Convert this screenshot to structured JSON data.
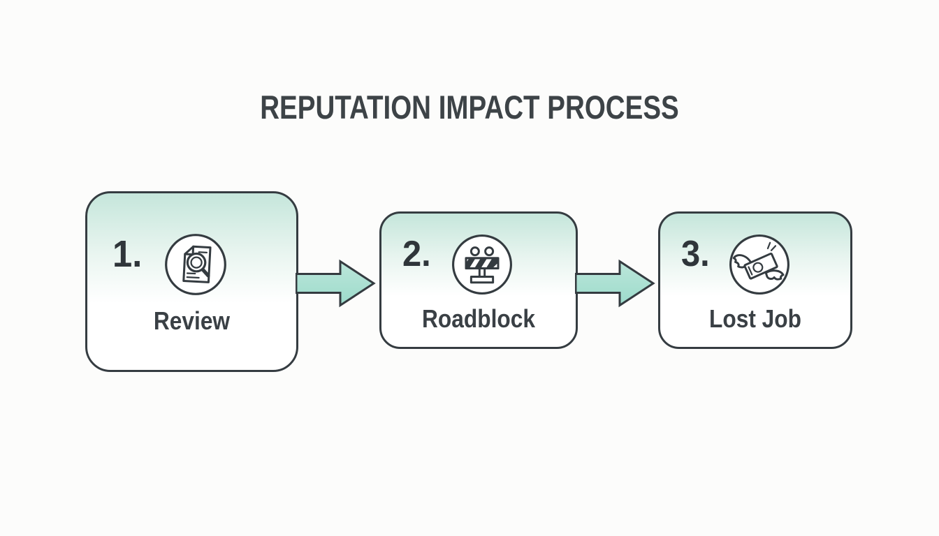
{
  "title": "REPUTATION IMPACT PROCESS",
  "steps": [
    {
      "number": "1.",
      "label": "Review",
      "icon": "document-magnifier-icon"
    },
    {
      "number": "2.",
      "label": "Roadblock",
      "icon": "roadblock-barrier-icon"
    },
    {
      "number": "3.",
      "label": "Lost Job",
      "icon": "flying-money-icon"
    }
  ],
  "connectors": [
    {
      "from": "Review",
      "to": "Roadblock",
      "icon": "right-arrow-icon"
    },
    {
      "from": "Roadblock",
      "to": "Lost Job",
      "icon": "right-arrow-icon"
    }
  ],
  "colors": {
    "ink": "#343b40",
    "title_color": "#3d4347",
    "box_border": "#353c41",
    "box_grad_top": "#c5e6db",
    "box_grad_mid": "#e9f5f0",
    "arrow_fill": "#a9ded1",
    "bg": "#fcfcfb",
    "number_color": "#2f353a",
    "label_color": "#3a4045"
  }
}
